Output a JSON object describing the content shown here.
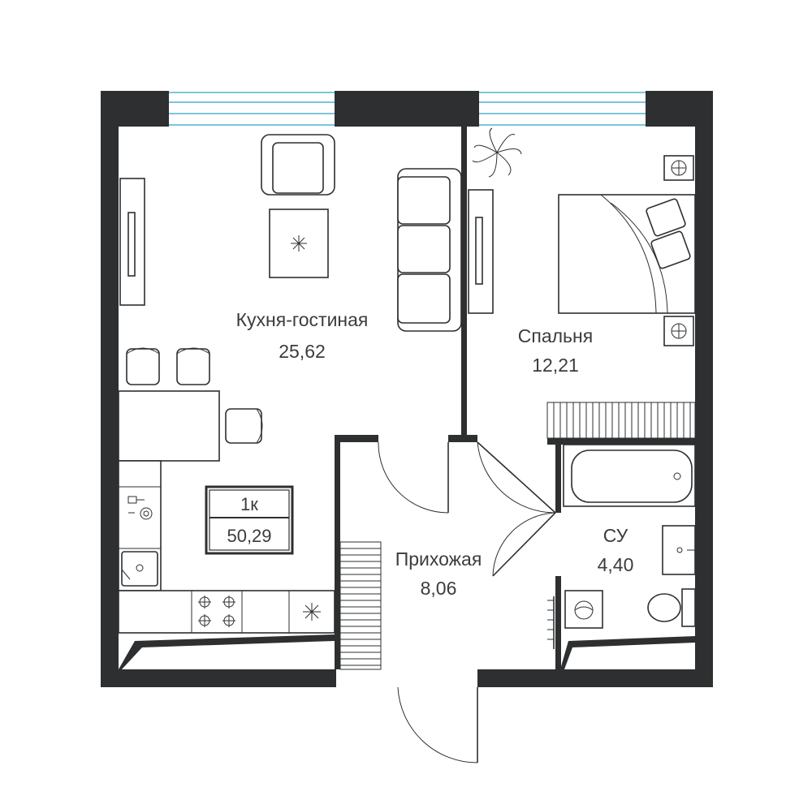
{
  "plan": {
    "rooms": [
      {
        "id": "kitchen",
        "name": "Кухня-гостиная",
        "area": "25,62"
      },
      {
        "id": "bedroom",
        "name": "Спальня",
        "area": "12,21"
      },
      {
        "id": "hallway",
        "name": "Прихожая",
        "area": "8,06"
      },
      {
        "id": "bathroom",
        "name": "СУ",
        "area": "4,40"
      }
    ],
    "summary": {
      "type": "1к",
      "total_area": "50,29"
    },
    "colors": {
      "wall": "#2d2f31",
      "window": "#4fb3d0",
      "background": "#ffffff"
    }
  }
}
